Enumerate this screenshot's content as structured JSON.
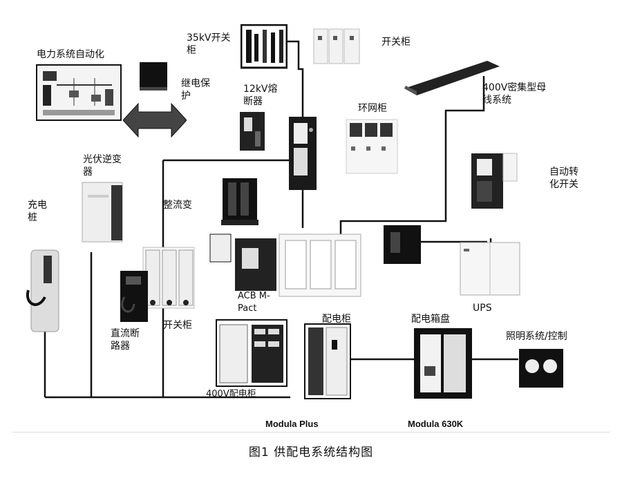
{
  "labels": {
    "power_automation": "电力系统自动化",
    "relay_protection": "继电保\n护",
    "kv35_switchgear": "35kV开关\n柜",
    "switchgear_top": "开关柜",
    "kv12_fuse": "12kV熔\n断器",
    "ring_main_unit": "环网柜",
    "busway_400v": "400V密集型母\n线系统",
    "pv_inverter": "光伏逆变\n器",
    "rectifier_transformer": "整流变",
    "charging_pile": "充电\n桩",
    "auto_transfer_switch": "自动转\n化开关",
    "acb": "ACB M-\nPact",
    "ups": "UPS",
    "dc_breaker": "直流断\n路器",
    "switchgear_mid": "开关柜",
    "distribution_cabinet": "配电柜",
    "distribution_box": "配电箱盘",
    "lighting_control": "照明系统/控制",
    "dist_400v": "400V配电柜",
    "modula_plus": "Modula Plus",
    "modula_630k": "Modula 630K"
  },
  "caption": "图1   供配电系统结构图"
}
